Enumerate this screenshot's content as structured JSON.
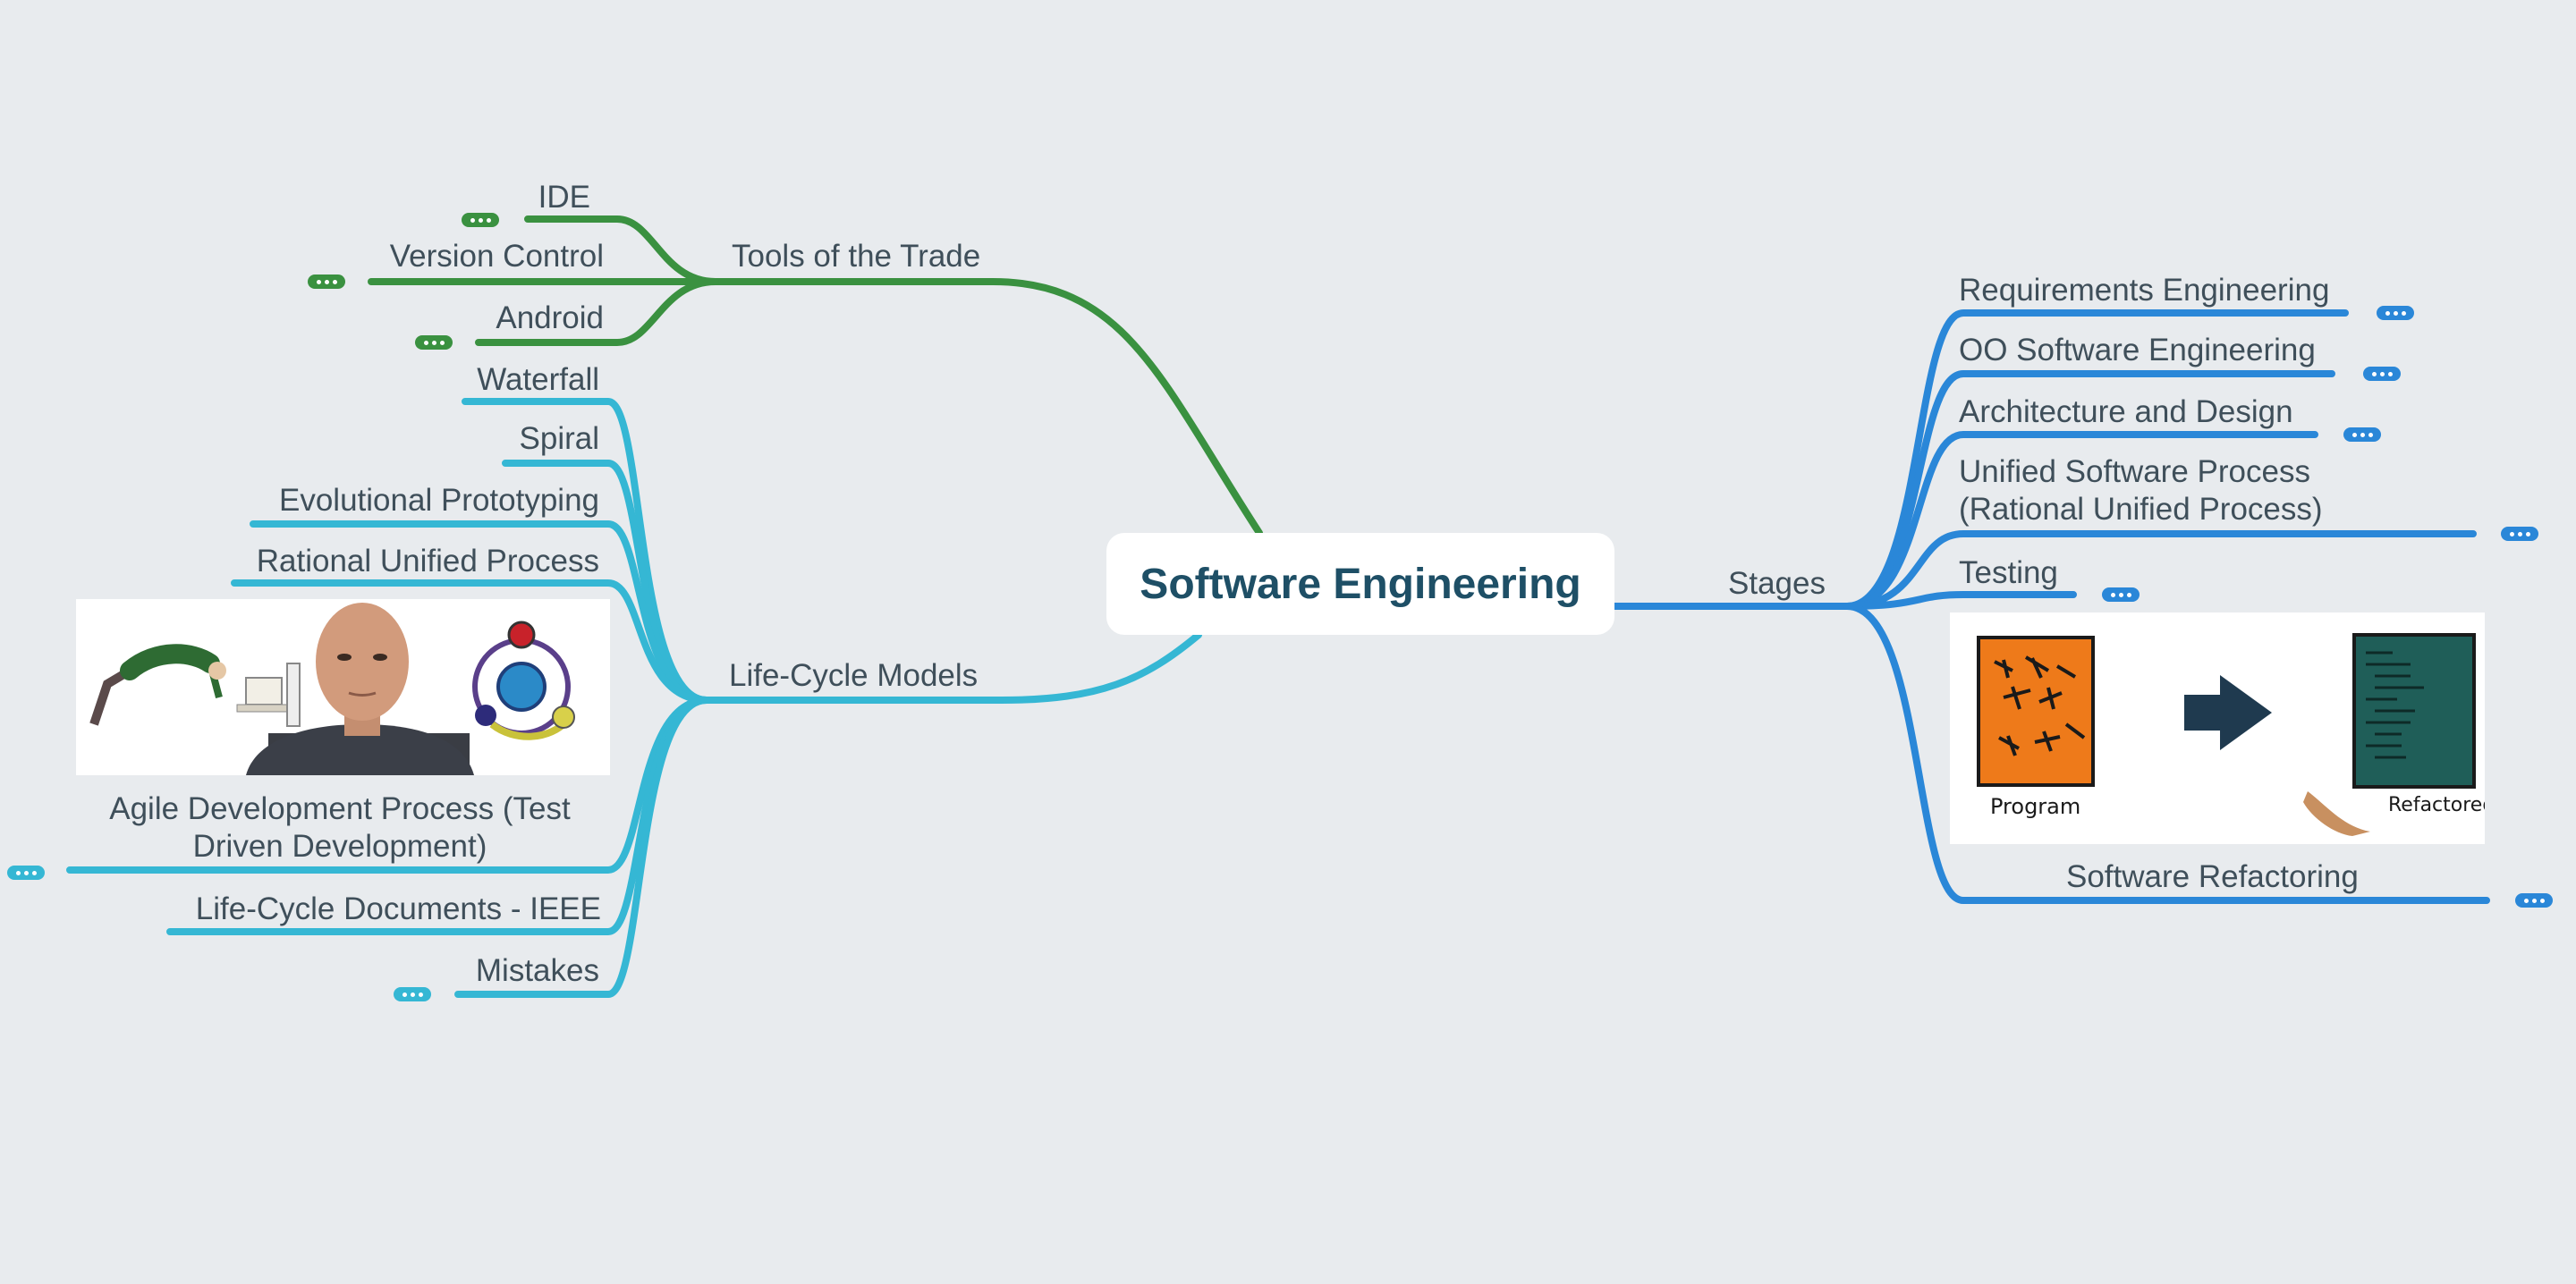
{
  "colors": {
    "background": "#e8ebee",
    "tools_branch": "#3a9140",
    "lifecycle_branch": "#35b7d4",
    "stages_branch": "#2a87d8",
    "root_text": "#1e4f66",
    "label_text": "#3f4f5a"
  },
  "root": {
    "title": "Software Engineering"
  },
  "tools": {
    "label": "Tools of the Trade",
    "children": [
      "IDE",
      "Version Control",
      "Android"
    ]
  },
  "lifecycle": {
    "label": "Life-Cycle Models",
    "children": [
      "Waterfall",
      "Spiral",
      "Evolutional Prototyping",
      "Rational Unified Process",
      "Agile Development Process (Test Driven Development)",
      "Life-Cycle Documents - IEEE",
      "Mistakes"
    ],
    "image_icon": "instructor-video-thumbnail"
  },
  "stages": {
    "label": "Stages",
    "children": [
      "Requirements Engineering",
      "OO Software Engineering",
      "Architecture and Design",
      "Unified Software Process (Rational Unified Process)",
      "Testing",
      "Software Refactoring"
    ],
    "image": {
      "left_caption": "Program",
      "right_caption": "Refactored Program"
    }
  }
}
